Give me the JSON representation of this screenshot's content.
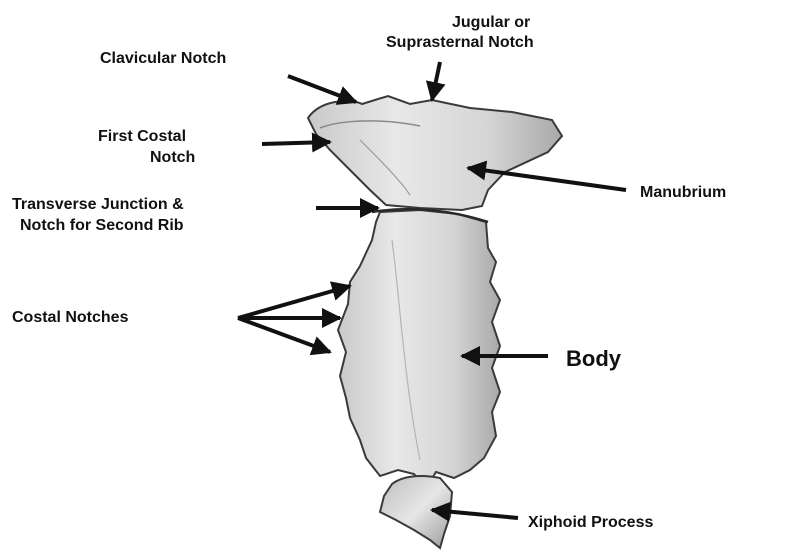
{
  "diagram": {
    "labels": {
      "jugular_line1": "Jugular or",
      "jugular_line2": "Suprasternal Notch",
      "clavicular": "Clavicular Notch",
      "first_costal_line1": "First Costal",
      "first_costal_line2": "Notch",
      "transverse_line1": "Transverse Junction &",
      "transverse_line2": "Notch for Second Rib",
      "manubrium": "Manubrium",
      "costal_notches": "Costal Notches",
      "body": "Body",
      "xiphoid": "Xiphoid Process"
    }
  }
}
